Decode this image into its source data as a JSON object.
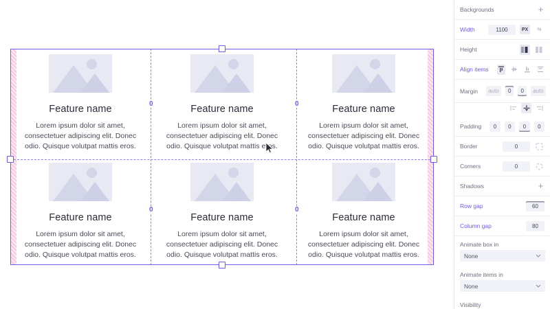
{
  "canvas": {
    "cards": [
      {
        "title": "Feature name",
        "body": "Lorem ipsum dolor sit amet, consectetuer adipiscing elit. Donec odio. Quisque volutpat mattis eros."
      },
      {
        "title": "Feature name",
        "body": "Lorem ipsum dolor sit amet, consectetuer adipiscing elit. Donec odio. Quisque volutpat mattis eros."
      },
      {
        "title": "Feature name",
        "body": "Lorem ipsum dolor sit amet, consectetuer adipiscing elit. Donec odio. Quisque volutpat mattis eros."
      },
      {
        "title": "Feature name",
        "body": "Lorem ipsum dolor sit amet, consectetuer adipiscing elit. Donec odio. Quisque volutpat mattis eros."
      },
      {
        "title": "Feature name",
        "body": "Lorem ipsum dolor sit amet, consectetuer adipiscing elit. Donec odio. Quisque volutpat mattis eros."
      },
      {
        "title": "Feature name",
        "body": "Lorem ipsum dolor sit amet, consectetuer adipiscing elit. Donec odio. Quisque volutpat mattis eros."
      }
    ],
    "gap_labels": [
      "0",
      "0",
      "0",
      "0"
    ],
    "selection_color": "#6c5ce7",
    "margin_band_color": "#ec4899"
  },
  "panel": {
    "backgrounds": {
      "label": "Backgrounds",
      "add": "+"
    },
    "width": {
      "label": "Width",
      "value": "1100",
      "unit_px": "PX",
      "unit_pct": "%"
    },
    "height": {
      "label": "Height"
    },
    "align_items": {
      "label": "Align items"
    },
    "margin": {
      "label": "Margin",
      "values": [
        "auto",
        "0",
        "0",
        "auto"
      ]
    },
    "padding": {
      "label": "Padding",
      "values": [
        "0",
        "0",
        "0",
        "0"
      ]
    },
    "border": {
      "label": "Border",
      "value": "0"
    },
    "corners": {
      "label": "Corners",
      "value": "0"
    },
    "shadows": {
      "label": "Shadows",
      "add": "+"
    },
    "row_gap": {
      "label": "Row gap",
      "value": "60"
    },
    "column_gap": {
      "label": "Column gap",
      "value": "80"
    },
    "animate_box_in": {
      "label": "Animate box in",
      "value": "None"
    },
    "animate_items_in": {
      "label": "Animate items in",
      "value": "None"
    },
    "visibility": {
      "label": "Visibility"
    }
  }
}
